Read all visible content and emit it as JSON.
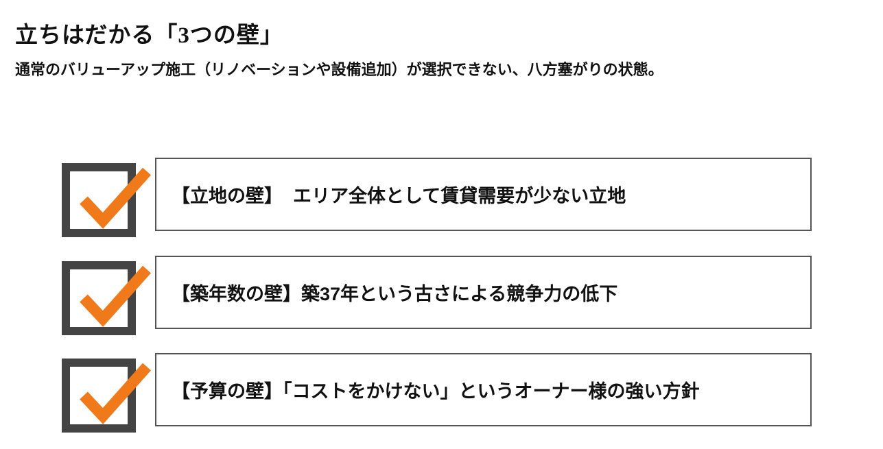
{
  "title": "立ちはだかる「3つの壁」",
  "subtitle": "通常のバリューアップ施工（リノベーションや設備追加）が選択できない、八方塞がりの状態。",
  "items": [
    {
      "text": "【立地の壁】  エリア全体として賃貸需要が少ない立地"
    },
    {
      "text": "【築年数の壁】築37年という古さによる競争力の低下"
    },
    {
      "text": "【予算の壁】「コストをかけない」というオーナー様の強い方針"
    }
  ],
  "colors": {
    "check": "#f07a1a",
    "box": "#444444"
  }
}
